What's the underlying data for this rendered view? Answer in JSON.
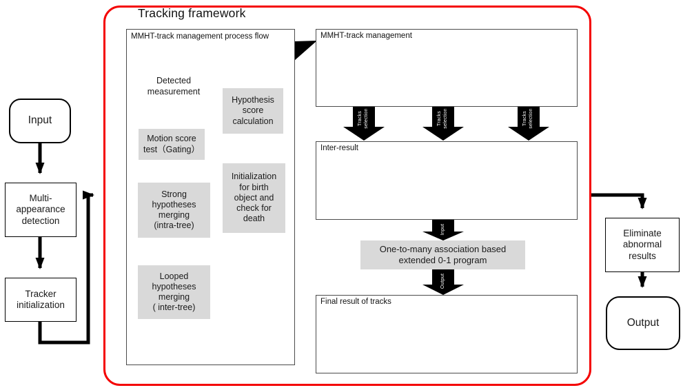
{
  "frame": {
    "title": "Tracking framework",
    "border_color": "#f40000"
  },
  "left_flow": {
    "input": "Input",
    "multi_appearance": "Multi-\nappearance\ndetection",
    "tracker_init": "Tracker\ninitialization"
  },
  "right_flow": {
    "eliminate": "Eliminate\nabnormal\nresults",
    "output": "Output"
  },
  "process_flow": {
    "title": "MMHT-track management process flow",
    "detected": "Detected\nmeasurement",
    "motion": "Motion score\ntest（Gating）",
    "strong": "Strong\nhypotheses\nmerging\n(intra-tree)",
    "looped": "Looped\nhypotheses\nmerging\n( inter-tree)",
    "hypothesis": "Hypothesis\nscore\ncalculation",
    "initialization": "Initialization\nfor birth\nobject and\ncheck for\ndeath"
  },
  "management": {
    "title": "MMHT-track management",
    "tracks_selection": "Tracks\nselection",
    "inter_result": "Inter-result",
    "input_label": "Input",
    "association": "One-to-many association based\nextended 0-1 program",
    "output_label": "Output",
    "final_result": "Final result of tracks"
  },
  "colors": {
    "accent_red": "#f40000",
    "arrow_red": "#ee1111",
    "shape_gray": "#d9d9d9",
    "node_light": "#d9d9d9",
    "node_dark": "#7a7a7a",
    "arrow_black": "#000000"
  }
}
